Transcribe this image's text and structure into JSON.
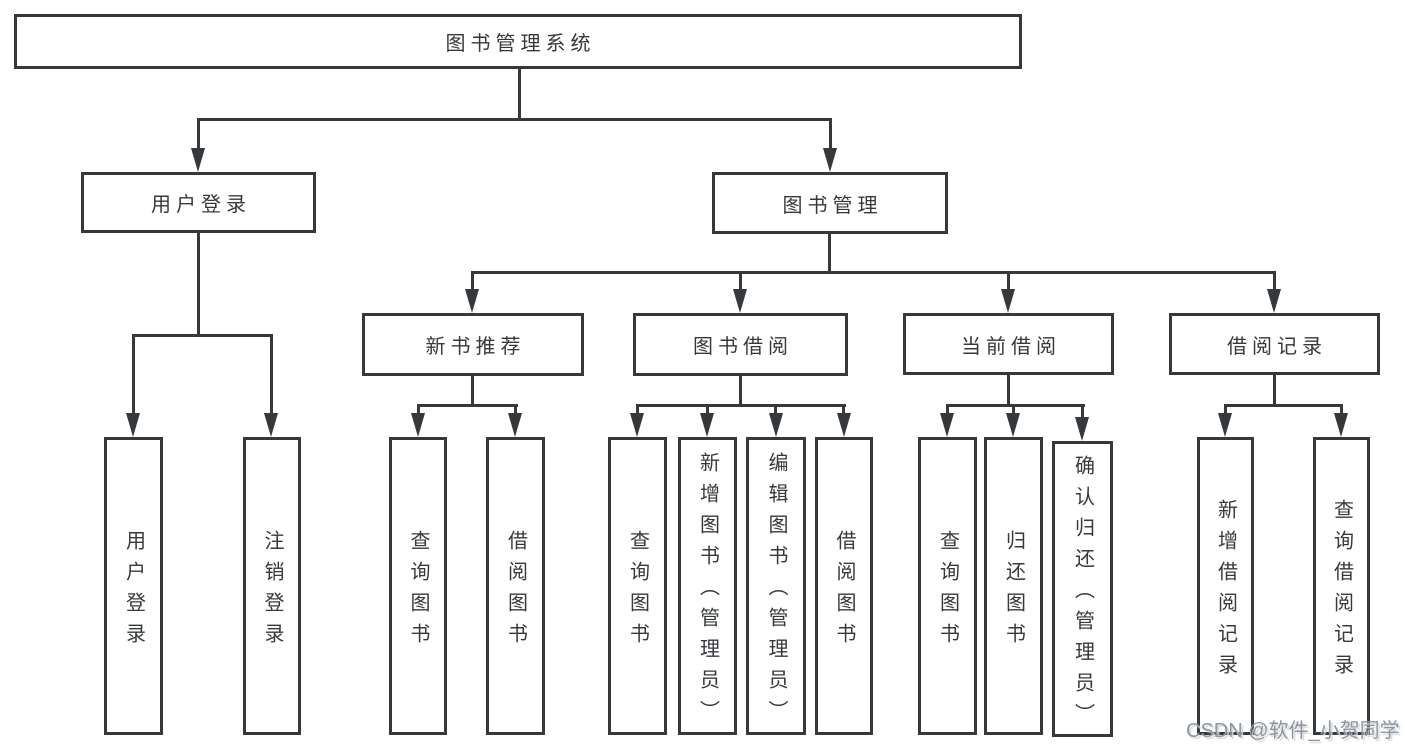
{
  "colors": {
    "line": "#36393c",
    "text": "#36393c",
    "watermark": "#8f969d",
    "background": "#ffffff"
  },
  "watermark": {
    "text": "CSDN @软件_小贺同学"
  },
  "tree": {
    "label": "图书管理系统",
    "children": [
      {
        "label": "用户登录",
        "children": [
          {
            "label": "用户登录"
          },
          {
            "label": "注销登录"
          }
        ]
      },
      {
        "label": "图书管理",
        "children": [
          {
            "label": "新书推荐",
            "children": [
              {
                "label": "查询图书"
              },
              {
                "label": "借阅图书"
              }
            ]
          },
          {
            "label": "图书借阅",
            "children": [
              {
                "label": "查询图书"
              },
              {
                "label": "新增图书（管理员）"
              },
              {
                "label": "编辑图书（管理员）"
              },
              {
                "label": "借阅图书"
              }
            ]
          },
          {
            "label": "当前借阅",
            "children": [
              {
                "label": "查询图书"
              },
              {
                "label": "归还图书"
              },
              {
                "label": "确认归还（管理员）"
              }
            ]
          },
          {
            "label": "借阅记录",
            "children": [
              {
                "label": "新增借阅记录"
              },
              {
                "label": "查询借阅记录"
              }
            ]
          }
        ]
      }
    ]
  }
}
